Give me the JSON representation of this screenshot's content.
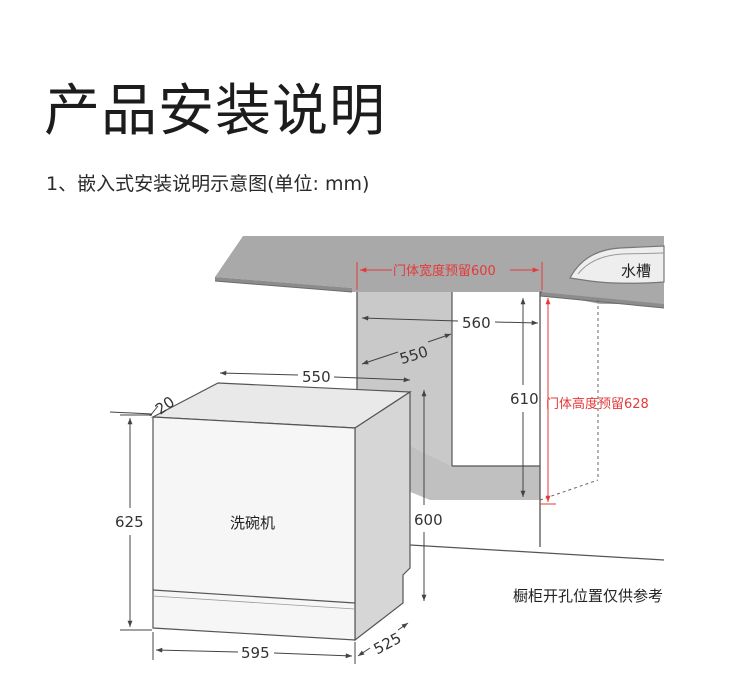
{
  "page": {
    "title": "产品安装说明",
    "subtitle": "1、嵌入式安装说明示意图(单位: mm)"
  },
  "diagram": {
    "sink_label": "水槽",
    "door_width_reserve": "门体宽度预留600",
    "door_height_reserve": "门体高度预留628",
    "cabinet_width": "560",
    "cabinet_depth": "550",
    "cabinet_height": "610",
    "machine_depth_top": "550",
    "machine_offset": "20",
    "machine_height": "625",
    "machine_height_side": "600",
    "machine_width": "595",
    "machine_depth_bottom": "525",
    "machine_label": "洗碗机",
    "note": "橱柜开孔位置仅供参考"
  },
  "colors": {
    "red": "#e5393a",
    "countertop": "#a9a9a9",
    "countertop_edge": "#8c8c8c",
    "cavity_wall": "#c9c9c9",
    "machine_front": "#f6f6f6",
    "machine_top": "#e9e9e9",
    "machine_side": "#d6d6d6"
  }
}
